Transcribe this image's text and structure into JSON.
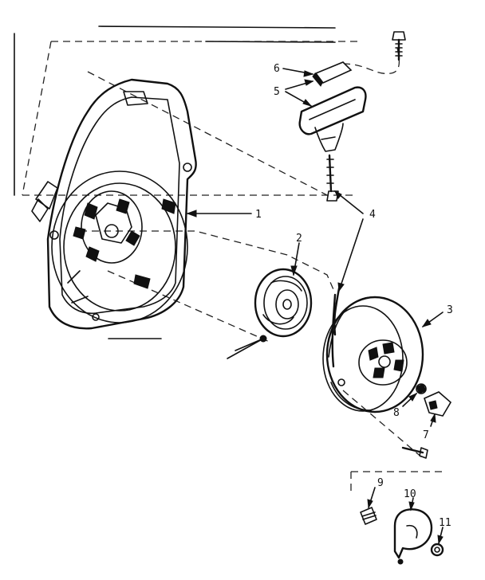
{
  "callouts": [
    {
      "id": "1",
      "text": "1"
    },
    {
      "id": "2",
      "text": "2"
    },
    {
      "id": "3",
      "text": "3"
    },
    {
      "id": "4",
      "text": "4"
    },
    {
      "id": "5",
      "text": "5"
    },
    {
      "id": "6",
      "text": "6"
    },
    {
      "id": "7",
      "text": "7"
    },
    {
      "id": "8",
      "text": "8"
    },
    {
      "id": "9",
      "text": "9"
    },
    {
      "id": "10",
      "text": "10"
    },
    {
      "id": "11",
      "text": "11"
    }
  ],
  "colors": {
    "ink": "#111111",
    "background": "#ffffff"
  }
}
